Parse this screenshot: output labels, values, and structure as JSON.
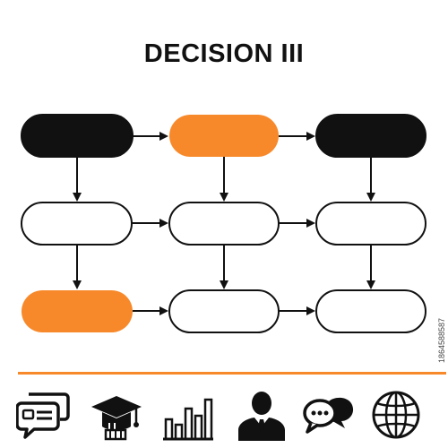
{
  "title": "DECISION III",
  "stock_id": "1864588587",
  "colors": {
    "dark": "#111111",
    "accent": "#f7892a",
    "outline": "#111111",
    "white": "#ffffff"
  },
  "diagram": {
    "rows": [
      [
        "dark",
        "accent",
        "dark"
      ],
      [
        "white",
        "white",
        "white"
      ],
      [
        "accent",
        "white",
        "white"
      ]
    ]
  },
  "icons": [
    "chat-card-icon",
    "graduation-cap-icon",
    "bar-chart-icon",
    "businessman-icon",
    "speech-bubbles-icon",
    "globe-icon"
  ]
}
